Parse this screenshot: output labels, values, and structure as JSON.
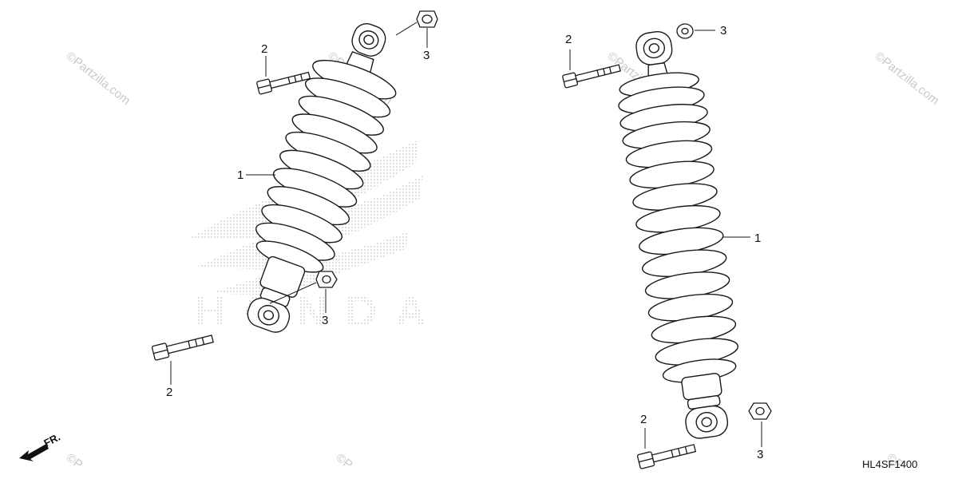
{
  "diagram": {
    "callouts": {
      "left_shock_1": "1",
      "left_bolt_top_2": "2",
      "left_nut_top_3": "3",
      "left_bolt_bottom_2": "2",
      "left_nut_bottom_3": "3",
      "right_shock_1": "1",
      "right_bolt_top_2": "2",
      "right_nut_top_3": "3",
      "right_bolt_bottom_2": "2",
      "right_nut_bottom_3": "3"
    },
    "diagram_code": "HL4SF1400",
    "front_indicator": "FR.",
    "background_logo_text": "HONDA",
    "watermark_text": "©Partzilla.com"
  },
  "colors": {
    "line": "#1a1a1a",
    "part_fill": "#ffffff",
    "logo_dots": "#b5b5b5",
    "watermark": "#c9c9c9"
  },
  "icons": [
    "front-direction-arrow-icon",
    "honda-wing-logo-icon",
    "partzilla-watermark-icon"
  ]
}
